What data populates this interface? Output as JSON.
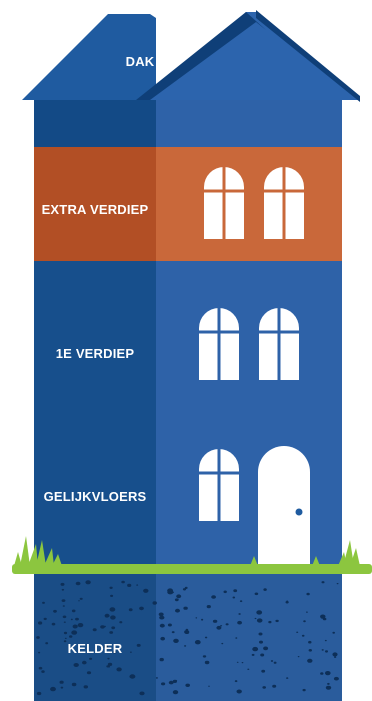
{
  "floors": {
    "roof": "DAK",
    "extra": "EXTRA VERDIEP",
    "first": "1E VERDIEP",
    "ground": "GELIJKVLOERS",
    "basement": "KELDER"
  },
  "colors": {
    "roof": "#1f5ba0",
    "roof_ridge": "#134a86",
    "wall_left": "#174f8c",
    "wall_right": "#2e62a8",
    "extra_left": "#b24f25",
    "extra_right": "#c9683a",
    "window": "#ffffff",
    "door_knob": "#1f5ba0",
    "grass": "#8cc63f",
    "basement_left": "#1a4d86",
    "basement_right": "#2a5c9c",
    "stones": "#0d2f58"
  }
}
